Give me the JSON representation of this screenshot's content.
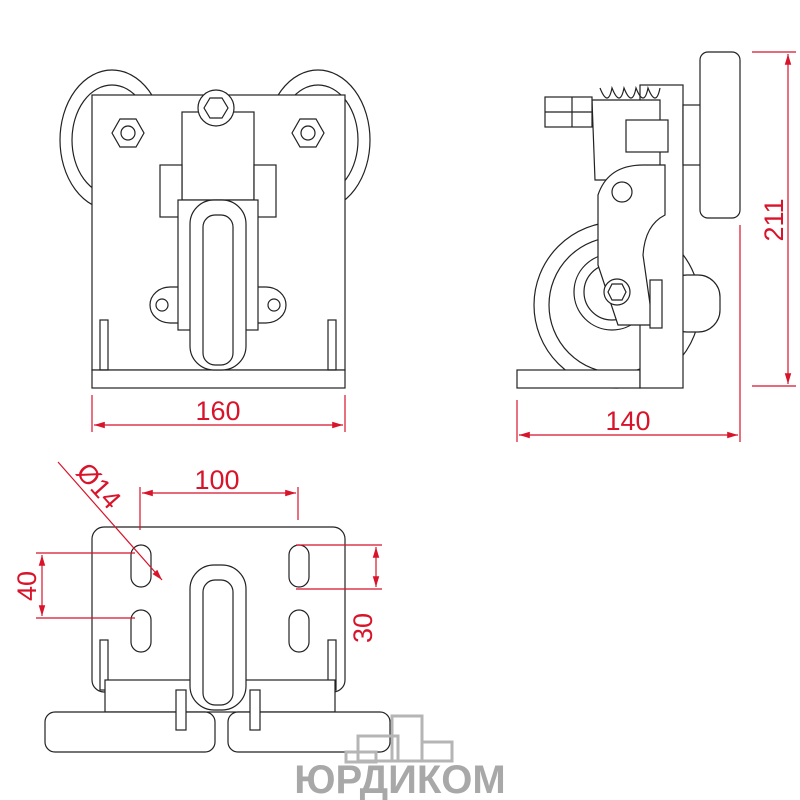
{
  "drawing": {
    "views": [
      "front-view",
      "side-view",
      "bottom-view"
    ],
    "dimensions": {
      "front_width": "160",
      "side_width": "140",
      "side_height": "211",
      "hole_spacing": "100",
      "hole_diameter": "Ø14",
      "slot_offset": "40",
      "slot_length": "30"
    },
    "dimension_color": "#d8132a",
    "watermark": "ЮРДИКОМ"
  }
}
